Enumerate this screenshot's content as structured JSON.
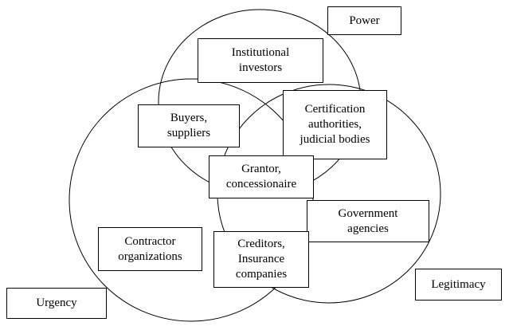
{
  "legend": {
    "power": "Power",
    "urgency": "Urgency",
    "legitimacy": "Legitimacy"
  },
  "stakeholders": {
    "institutional_investors": "Institutional\ninvestors",
    "buyers_suppliers": "Buyers,\nsuppliers",
    "certification_authorities": "Certification\nauthorities,\njudicial bodies",
    "grantor_concessionaire": "Grantor,\nconcessionaire",
    "government_agencies": "Government\nagencies",
    "contractor_organizations": "Contractor\norganizations",
    "creditors_insurance": "Creditors,\nInsurance\ncompanies"
  },
  "colors": {
    "line": "#000000",
    "background": "#ffffff"
  }
}
